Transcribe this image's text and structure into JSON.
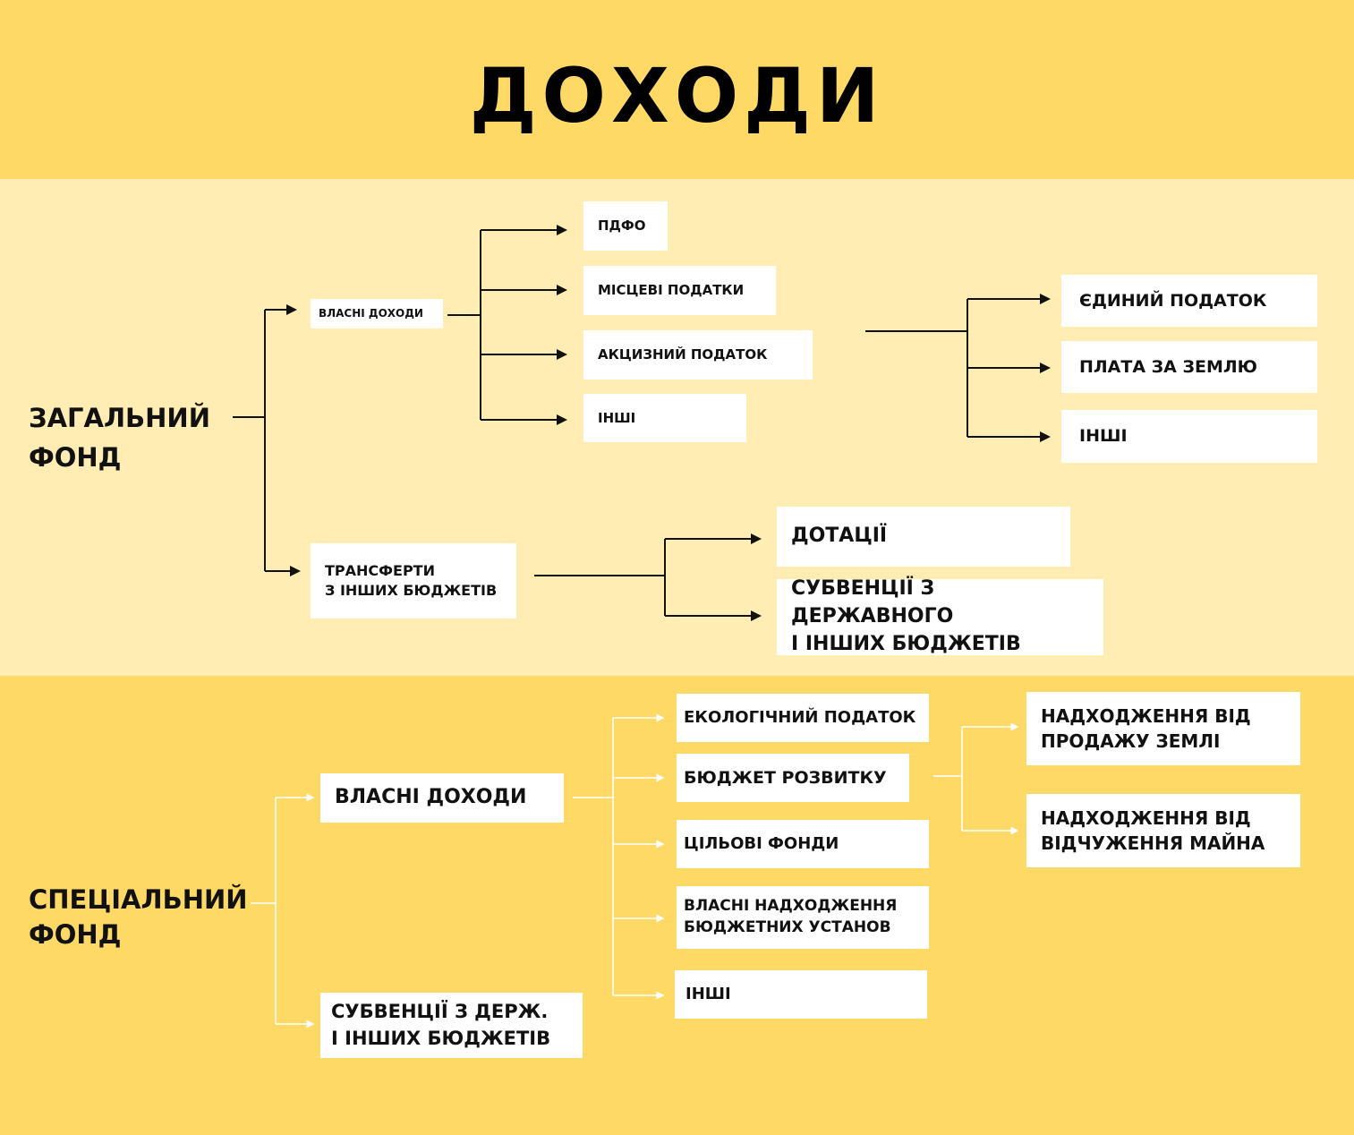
{
  "title": "ДОХОДИ",
  "general_fund": {
    "label": "ЗАГАЛЬНИЙ\nФОНД",
    "own_revenue": "ВЛАСНІ ДОХОДИ",
    "own_items": [
      "ПДФО",
      "МІСЦЕВІ ПОДАТКИ",
      "АКЦИЗНИЙ ПОДАТОК",
      "ІНШІ"
    ],
    "local_tax_items": [
      "ЄДИНИЙ ПОДАТОК",
      "ПЛАТА ЗА ЗЕМЛЮ",
      "ІНШІ"
    ],
    "transfers": "ТРАНСФЕРТИ\nЗ ІНШИХ БЮДЖЕТІВ",
    "transfer_items": [
      "ДОТАЦІЇ",
      "СУБВЕНЦІЇ З ДЕРЖАВНОГО\nІ ІНШИХ БЮДЖЕТІВ"
    ]
  },
  "special_fund": {
    "label": "СПЕЦІАЛЬНИЙ\nФОНД",
    "own_revenue": "ВЛАСНІ ДОХОДИ",
    "subventions": "СУБВЕНЦІЇ З ДЕРЖ.\nІ ІНШИХ БЮДЖЕТІВ",
    "own_items": [
      "ЕКОЛОГІЧНИЙ ПОДАТОК",
      "БЮДЖЕТ РОЗВИТКУ",
      "ЦІЛЬОВІ ФОНДИ",
      "ВЛАСНІ НАДХОДЖЕННЯ\nБЮДЖЕТНИХ УСТАНОВ",
      "ІНШІ"
    ],
    "development_items": [
      "НАДХОДЖЕННЯ ВІД\nПРОДАЖУ ЗЕМЛІ",
      "НАДХОДЖЕННЯ ВІД\nВІДЧУЖЕННЯ МАЙНА"
    ]
  }
}
